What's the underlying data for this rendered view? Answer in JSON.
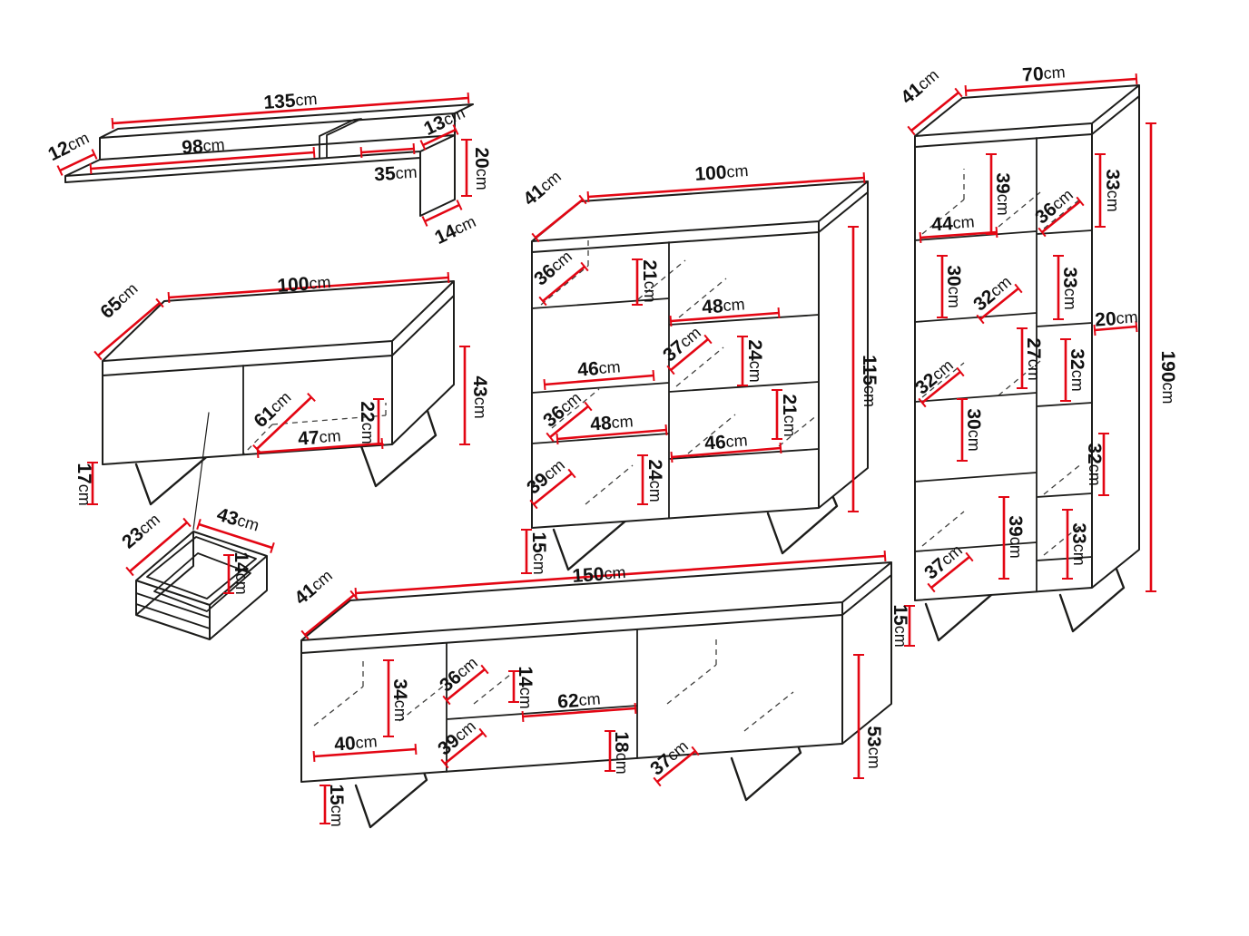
{
  "unit": "cm",
  "colors": {
    "outline": "#1d1d1b",
    "dimension": "#e30613"
  },
  "pieces": {
    "wall_shelf": {
      "width": "135",
      "left_depth": "12",
      "inner_width": "98",
      "right_inner_width": "35",
      "right_depth": "13",
      "end_height": "20",
      "end_bottom_depth": "14"
    },
    "coffee_table": {
      "width": "100",
      "depth": "65",
      "height": "43",
      "inner_depth": "61",
      "niche_height": "22",
      "niche_width": "47",
      "leg_height": "17"
    },
    "drawer": {
      "depth": "23",
      "width": "43",
      "inner_height": "14"
    },
    "sideboard": {
      "depth": "41",
      "width": "100",
      "height": "115",
      "top_left_depth": "36",
      "upper_height": "21",
      "upper_right_width": "48",
      "middle_depth": "37",
      "middle_right_height": "24",
      "middle_left_width": "46",
      "lower_left_depth": "36",
      "lower_left_width": "48",
      "lower_right_width": "46",
      "right_height": "21",
      "bottom_depth": "39",
      "bottom_height": "24",
      "leg_height": "15"
    },
    "tall_cabinet": {
      "depth": "41",
      "width": "70",
      "height": "190",
      "top_height": "39",
      "top_depth": "36",
      "top_right_height": "33",
      "shelf_width": "44",
      "upper_left_height": "30",
      "middle_depth_1": "32",
      "upper_right_height": "33",
      "right_width": "20",
      "middle_height": "27",
      "middle_right_height": "32",
      "middle_depth_2": "32",
      "lower_left_height": "30",
      "lower_right_height": "32",
      "bottom_height": "39",
      "bottom_right_height": "33",
      "bottom_depth": "37",
      "leg_height": "15"
    },
    "tv_stand": {
      "depth": "41",
      "width": "150",
      "height": "53",
      "left_height": "34",
      "middle_depth_top": "36",
      "shelf_height": "14",
      "shelf_width": "62",
      "left_width": "40",
      "middle_depth_bottom": "39",
      "niche_height": "18",
      "right_depth": "37",
      "leg_height": "15"
    }
  }
}
